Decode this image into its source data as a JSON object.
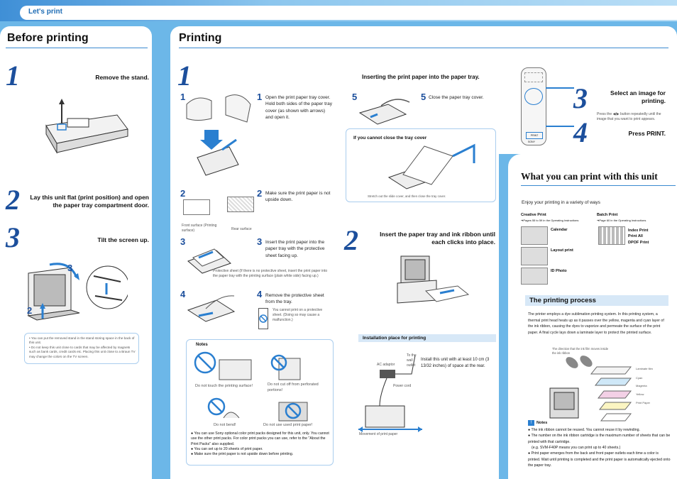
{
  "header": {
    "title": "Let's print"
  },
  "before": {
    "title": "Before printing",
    "step1": {
      "num": "1",
      "text": "Remove the stand."
    },
    "step2": {
      "num": "2",
      "text": "Lay this unit flat (print position) and open the paper tray compartment door."
    },
    "step3": {
      "num": "3",
      "text": "Tilt the screen up."
    },
    "callouts": [
      "3",
      "2"
    ],
    "notes": [
      "You can put the removed stand in the stand storing space in the back of this unit.",
      "Do not keep this unit close to cards that may be affected by magnets such as bank cards, credit cards etc. Placing this unit close to a Braun TV may change the colors on the TV screen."
    ]
  },
  "printing": {
    "title": "Printing",
    "step1": {
      "num": "1",
      "heading": "Inserting the print paper into the paper tray."
    },
    "sub": [
      {
        "num": "1",
        "text": "Open the print paper tray cover. Hold both sides of the paper tray cover (as shown with arrows) and open it."
      },
      {
        "num": "2",
        "text": "Make sure the print paper is not upside down."
      },
      {
        "num": "3",
        "text": "Insert the print paper into the paper tray with the protective sheet facing up."
      },
      {
        "num": "4",
        "text": "Remove the protective sheet from the tray."
      },
      {
        "num": "5",
        "text": "Close the paper tray cover."
      }
    ],
    "front_surface": "Front surface (Printing surface)",
    "rear_surface": "Rear surface",
    "protective_note": "Protective sheet (If there is no protective sheet, insert the print paper into the paper tray with the printing surface (plain white side) facing up.)",
    "caution": "You cannot print on a protective sheet. (Doing so may cause a malfunction.)",
    "cover_box": {
      "title": "If you cannot close the tray cover",
      "caption": "Stretch out the slide cover, and then close the tray cover."
    },
    "notes": {
      "title": "Notes",
      "cap1": "Do not touch the printing surface!",
      "cap2": "Do not cut off from perforated portions!",
      "cap3": "Do not bend!",
      "cap4": "Do not use used print paper!",
      "bullets": [
        "You can use Sony optional color print packs designed for this unit, only. You cannot use the other print packs. For color print packs you can use, refer to the \"About the Print Packs\" also supplied.",
        "You can set up to 20 sheets of print paper.",
        "Make sure the print paper is not upside down before printing."
      ]
    },
    "step2": {
      "num": "2",
      "text": "Insert the paper tray and ink ribbon until each clicks into place."
    },
    "install": {
      "title": "Installation place for printing",
      "ac": "AC adaptor",
      "wall": "To the wall outlet",
      "power": "Power cord",
      "text": "Install this unit with at least 10 cm (3 13/32 inches) of space at the rear.",
      "movement": "Movement  of print paper"
    },
    "step3": {
      "num": "3",
      "text": "Select an image for printing.",
      "desc": "Press the ◀/▶ button repeatedly until the image that you want to print appears."
    },
    "step4": {
      "num": "4",
      "text": "Press PRINT."
    },
    "remote_labels": [
      "PRINT",
      "SONY"
    ]
  },
  "what": {
    "title": "What you can print with this unit",
    "intro": "Enjoy your printing in a variety of ways",
    "creative": {
      "title": "Creative Print",
      "ref": "Pages 55 to 59 in the Operating Instructions",
      "items": [
        "Calendar",
        "Layout print",
        "ID Photo"
      ]
    },
    "batch": {
      "title": "Batch Print",
      "ref": "Page 60 in the Operating Instructions",
      "items": [
        "Index Print",
        "Print All",
        "DPOF Print"
      ]
    }
  },
  "process": {
    "title": "The printing process",
    "text": "The printer employs a dye sublimation printing system. In this printing system, a thermal print head heats up as it passes over the yellow, magenta and cyan layer of the ink ribbon, causing the dyes to vaporize and permeate the surface of the print paper. A final cycle lays down a laminate layer to protect the printed surface.",
    "diagram_caption": "The direction that the ink film moves inside the ink ribbon",
    "layers": [
      "Laminate film",
      "Cyan",
      "Magenta",
      "Yellow",
      "Print Paper"
    ],
    "notes_title": "Notes",
    "notes": [
      "The ink ribbon cannot be reused. You cannot reuse it by rewinding.",
      "The number on the ink ribbon cartridge is the maximum number of sheets that can be printed with that cartridge.",
      "(e.g. SVM-F40P means you can print up to 40 sheets.)",
      "Print paper emerges from the back and front paper outlets each time a color is printed. Wait until printing is completed and the print paper is automatically ejected onto the paper tray."
    ]
  }
}
